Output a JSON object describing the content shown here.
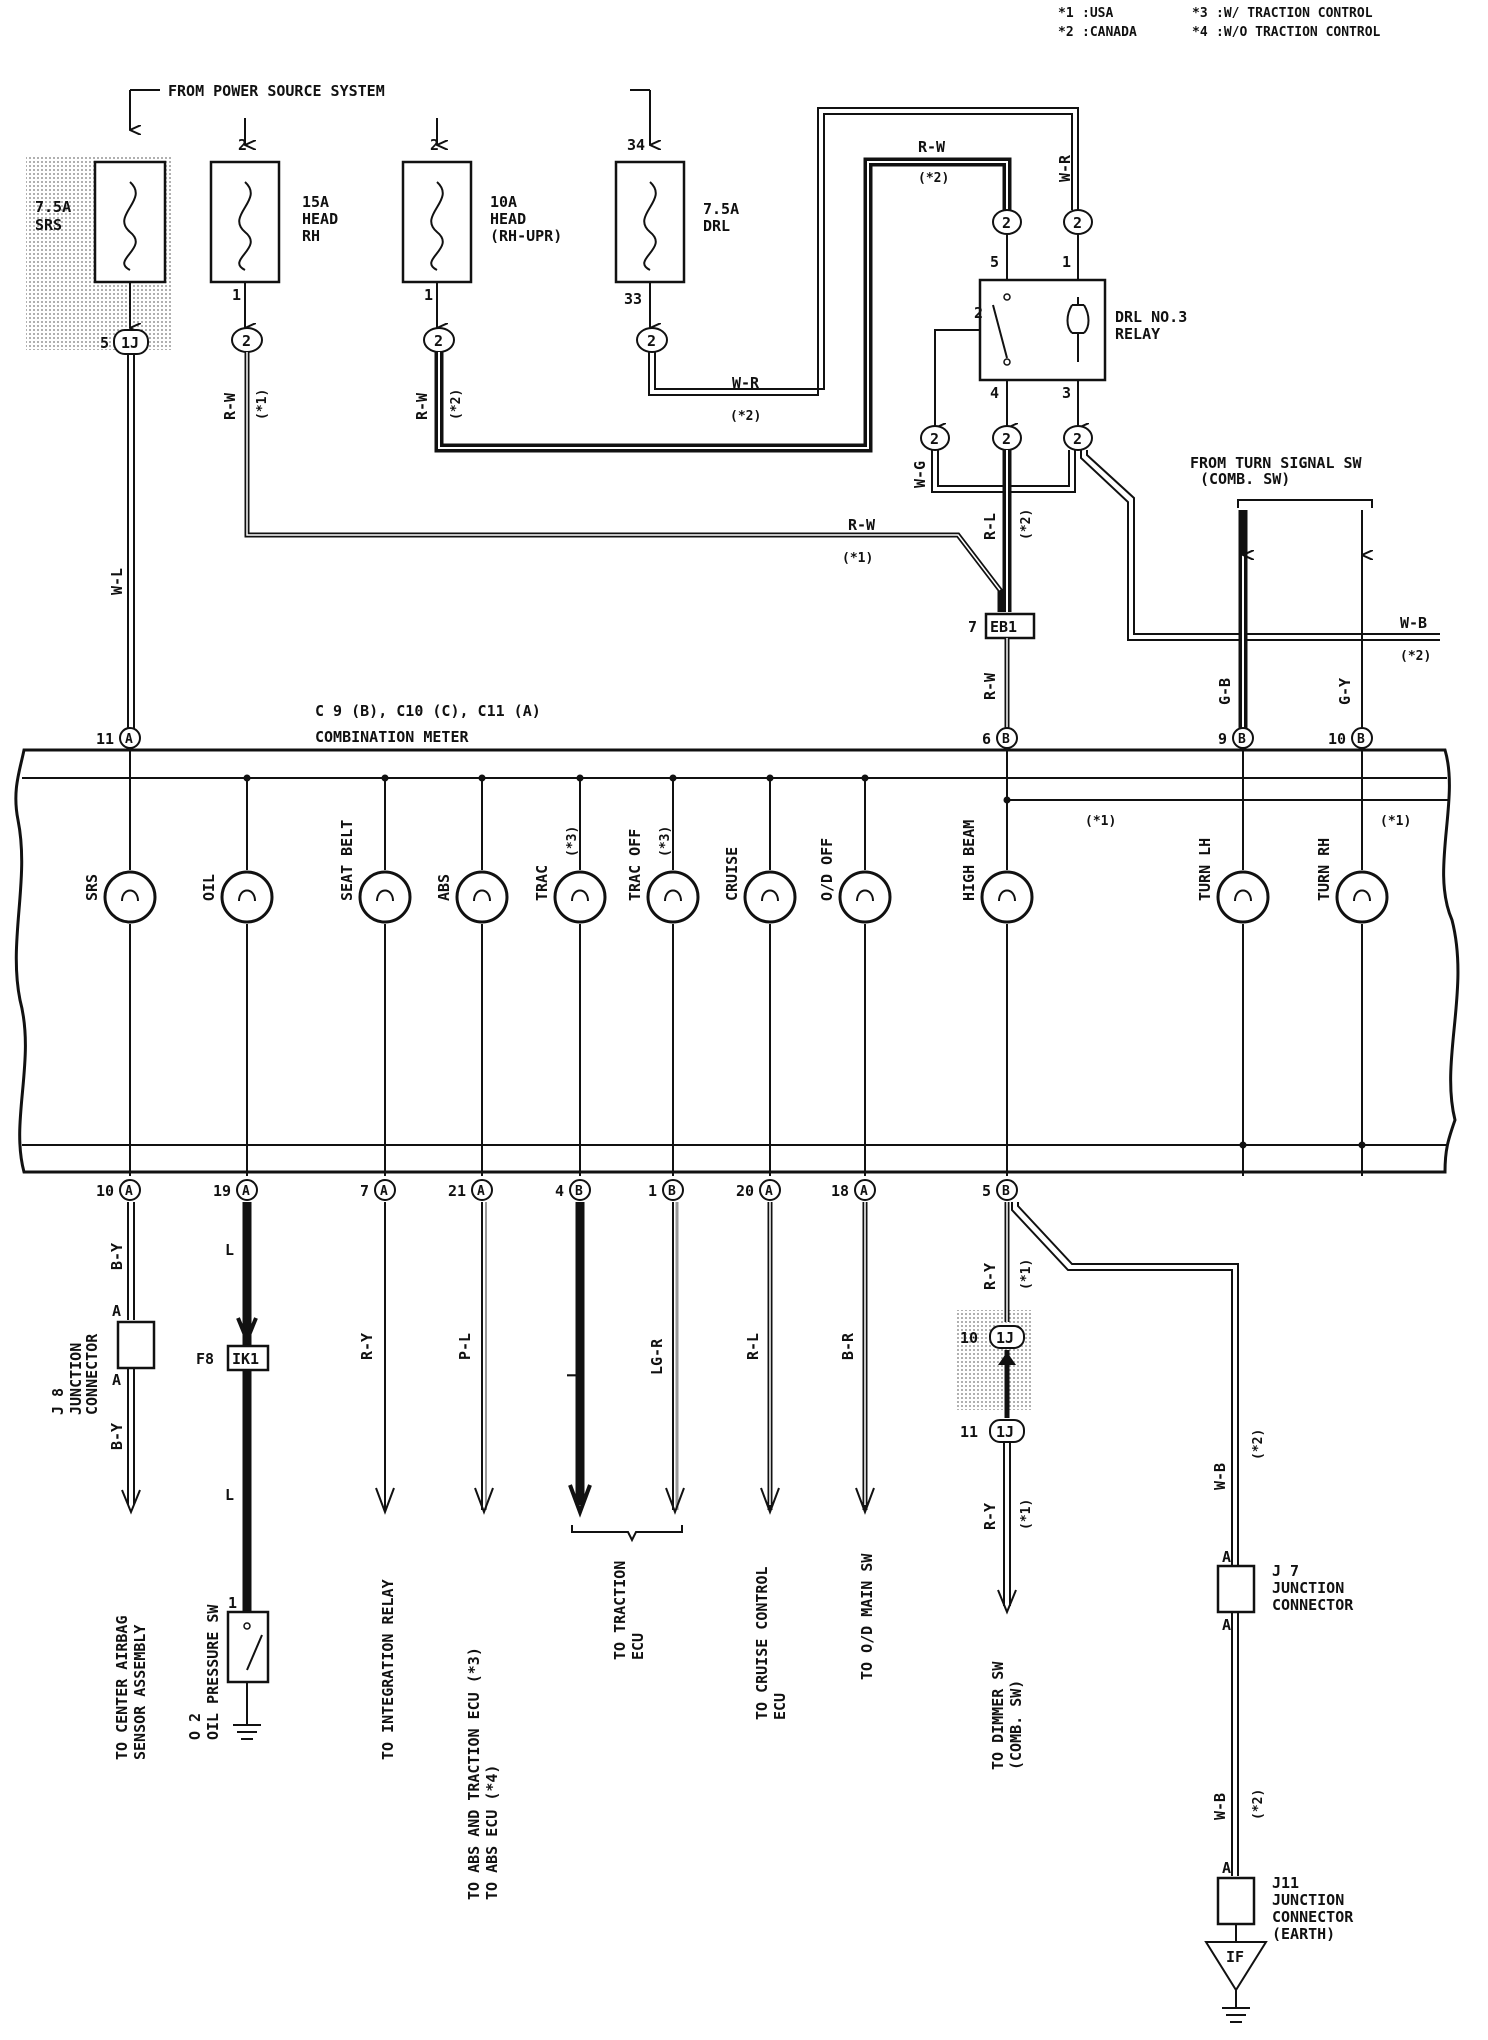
{
  "legend": [
    {
      "key": "*1",
      "text": ":USA"
    },
    {
      "key": "*2",
      "text": ":CANADA"
    },
    {
      "key": "*3",
      "text": ":W/ TRACTION CONTROL"
    },
    {
      "key": "*4",
      "text": ":W/O TRACTION CONTROL"
    }
  ],
  "power_source_label": "FROM POWER SOURCE SYSTEM",
  "fuses": [
    {
      "rating": "7.5A",
      "name": "SRS",
      "name2": "",
      "in_pin": "",
      "out_pin": "5",
      "connector": "1J"
    },
    {
      "rating": "15A",
      "name": "HEAD",
      "name2": "RH",
      "in_pin": "2",
      "out_pin": "1",
      "connector": "2"
    },
    {
      "rating": "10A",
      "name": "HEAD",
      "name2": "(RH-UPR)",
      "in_pin": "2",
      "out_pin": "1",
      "connector": "2"
    },
    {
      "rating": "7.5A",
      "name": "DRL",
      "name2": "",
      "in_pin": "34",
      "out_pin": "33",
      "connector": "2"
    }
  ],
  "relay": {
    "name": "DRL NO.3",
    "name2": "RELAY",
    "pins": [
      "5",
      "1",
      "2",
      "4",
      "3"
    ],
    "connectors": [
      "2",
      "2",
      "2",
      "2",
      "2"
    ]
  },
  "turn_signal_label": "FROM TURN SIGNAL SW",
  "turn_signal_label2": "(COMB. SW)",
  "junction_eb1": {
    "pin": "7",
    "name": "EB1"
  },
  "meter_header": {
    "connectors_line": "C 9 (B), C10 (C), C11 (A)",
    "name": "COMBINATION METER"
  },
  "top_pins": [
    {
      "pin": "11",
      "letter": "A"
    },
    {
      "pin": "6",
      "letter": "B"
    },
    {
      "pin": "9",
      "letter": "B"
    },
    {
      "pin": "10",
      "letter": "B"
    }
  ],
  "lamps": [
    {
      "label": "SRS",
      "note": ""
    },
    {
      "label": "OIL",
      "note": ""
    },
    {
      "label": "SEAT BELT",
      "note": ""
    },
    {
      "label": "ABS",
      "note": ""
    },
    {
      "label": "TRAC",
      "note": "(*3)"
    },
    {
      "label": "TRAC OFF",
      "note": "(*3)"
    },
    {
      "label": "CRUISE",
      "note": ""
    },
    {
      "label": "O/D OFF",
      "note": ""
    },
    {
      "label": "HIGH BEAM",
      "note": ""
    },
    {
      "label": "TURN LH",
      "note": ""
    },
    {
      "label": "TURN RH",
      "note": ""
    }
  ],
  "meter_notes": [
    "(*1)",
    "(*1)"
  ],
  "bottom_pins": [
    {
      "pin": "10",
      "letter": "A"
    },
    {
      "pin": "19",
      "letter": "A"
    },
    {
      "pin": "7",
      "letter": "A"
    },
    {
      "pin": "21",
      "letter": "A"
    },
    {
      "pin": "4",
      "letter": "B"
    },
    {
      "pin": "1",
      "letter": "B"
    },
    {
      "pin": "20",
      "letter": "A"
    },
    {
      "pin": "18",
      "letter": "A"
    },
    {
      "pin": "5",
      "letter": "B"
    }
  ],
  "wire_labels": {
    "wl": "W-L",
    "rw1": "R-W",
    "rw2": "R-W",
    "rw_top": "R-W",
    "wr_top": "W-R",
    "wr_mid": "W-R",
    "wg": "W-G",
    "rl": "R-L",
    "rw_diag": "R-W",
    "rw_meter": "R-W",
    "wb": "W-B",
    "gb": "G-B",
    "gy": "G-Y",
    "by1": "B-Y",
    "by2": "B-Y",
    "l1": "L",
    "l2": "L",
    "ry": "R-Y",
    "pl": "P-L",
    "l3": "L",
    "lgr": "LG-R",
    "rl2": "R-L",
    "br": "B-R",
    "ry2": "R-Y",
    "ry3": "R-Y",
    "wb2": "W-B",
    "wb3": "W-B"
  },
  "wire_notes": {
    "n_rw_top": "(*2)",
    "n_rw1": "(*1)",
    "n_rw2": "(*2)",
    "n_wr": "(*2)",
    "n_rl": "(*2)",
    "n_rw_diag": "(*1)",
    "n_wb": "(*2)",
    "n_ry": "(*1)",
    "n_ry2": "(*1)",
    "n_wb2": "(*2)",
    "n_wb3": "(*2)"
  },
  "junctions": [
    {
      "id": "J8",
      "name": "J 8",
      "line1": "JUNCTION",
      "line2": "CONNECTOR",
      "line3": "",
      "pin_top": "A",
      "pin_bottom": "A"
    },
    {
      "id": "J7",
      "name": "J 7",
      "line1": "JUNCTION",
      "line2": "CONNECTOR",
      "line3": "",
      "pin_top": "A",
      "pin_bottom": "A"
    },
    {
      "id": "J11",
      "name": "J11",
      "line1": "JUNCTION",
      "line2": "CONNECTOR",
      "line3": "(EARTH)",
      "pin_top": "A",
      "pin_bottom": ""
    }
  ],
  "ik1": {
    "pin": "F8",
    "name": "IK1"
  },
  "ij_connectors": [
    {
      "pin": "10",
      "name": "1J"
    },
    {
      "pin": "11",
      "name": "1J"
    }
  ],
  "oil_switch": {
    "code": "O 2",
    "name": "OIL PRESSURE SW",
    "pin": "1"
  },
  "destinations": [
    {
      "line1": "TO CENTER AIRBAG",
      "line2": "SENSOR ASSEMBLY"
    },
    {
      "line1": "TO INTEGRATION RELAY",
      "line2": ""
    },
    {
      "line1": "TO ABS AND TRACTION ECU (*3)",
      "line2": "TO ABS ECU (*4)"
    },
    {
      "line1": "TO TRACTION",
      "line2": "ECU"
    },
    {
      "line1": "TO CRUISE CONTROL",
      "line2": "ECU"
    },
    {
      "line1": "TO O/D MAIN SW",
      "line2": ""
    },
    {
      "line1": "TO DIMMER SW",
      "line2": "(COMB. SW)"
    }
  ],
  "earth_label": "IF"
}
